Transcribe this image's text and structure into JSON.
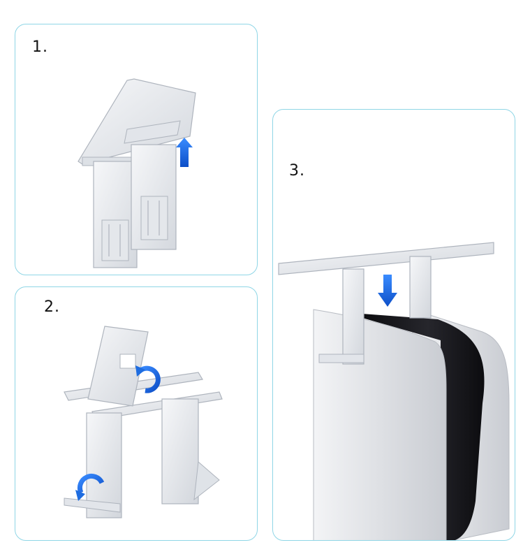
{
  "steps": [
    {
      "label": "1."
    },
    {
      "label": "2."
    },
    {
      "label": "3."
    }
  ],
  "colors": {
    "panel_border": "#8fd6e6",
    "arrow_blue": "#1f6de0",
    "plastic_light": "#eef0f3",
    "plastic_shadow": "#c9ced6",
    "console_black": "#141418"
  },
  "icons": {
    "step1_arrow": "arrow-up-icon",
    "step2_arrows": "curved-arrow-icon",
    "step3_arrow": "arrow-down-icon"
  }
}
